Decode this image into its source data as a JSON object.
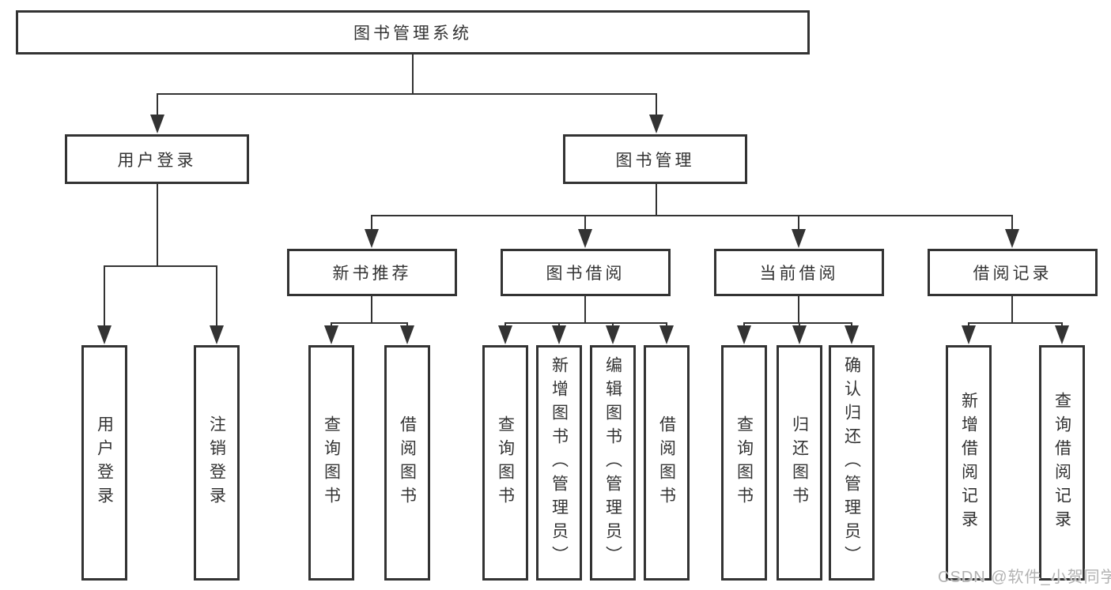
{
  "colors": {
    "background": "#ffffff",
    "line": "#333333",
    "text": "#333333",
    "box_background": "#ffffff",
    "watermark": "#b2b2b2"
  },
  "tree": {
    "label": "图书管理系统",
    "children": [
      {
        "label": "用户登录",
        "children": [
          {
            "label": "用户登录"
          },
          {
            "label": "注销登录"
          }
        ]
      },
      {
        "label": "图书管理",
        "children": [
          {
            "label": "新书推荐",
            "children": [
              {
                "label": "查询图书"
              },
              {
                "label": "借阅图书"
              }
            ]
          },
          {
            "label": "图书借阅",
            "children": [
              {
                "label": "查询图书"
              },
              {
                "label": "新增图书（管理员）"
              },
              {
                "label": "编辑图书（管理员）"
              },
              {
                "label": "借阅图书"
              }
            ]
          },
          {
            "label": "当前借阅",
            "children": [
              {
                "label": "查询图书"
              },
              {
                "label": "归还图书"
              },
              {
                "label": "确认归还（管理员）"
              }
            ]
          },
          {
            "label": "借阅记录",
            "children": [
              {
                "label": "新增借阅记录"
              },
              {
                "label": "查询借阅记录"
              }
            ]
          }
        ]
      }
    ]
  },
  "watermark": {
    "text": "CSDN @软件_小贺同学"
  }
}
